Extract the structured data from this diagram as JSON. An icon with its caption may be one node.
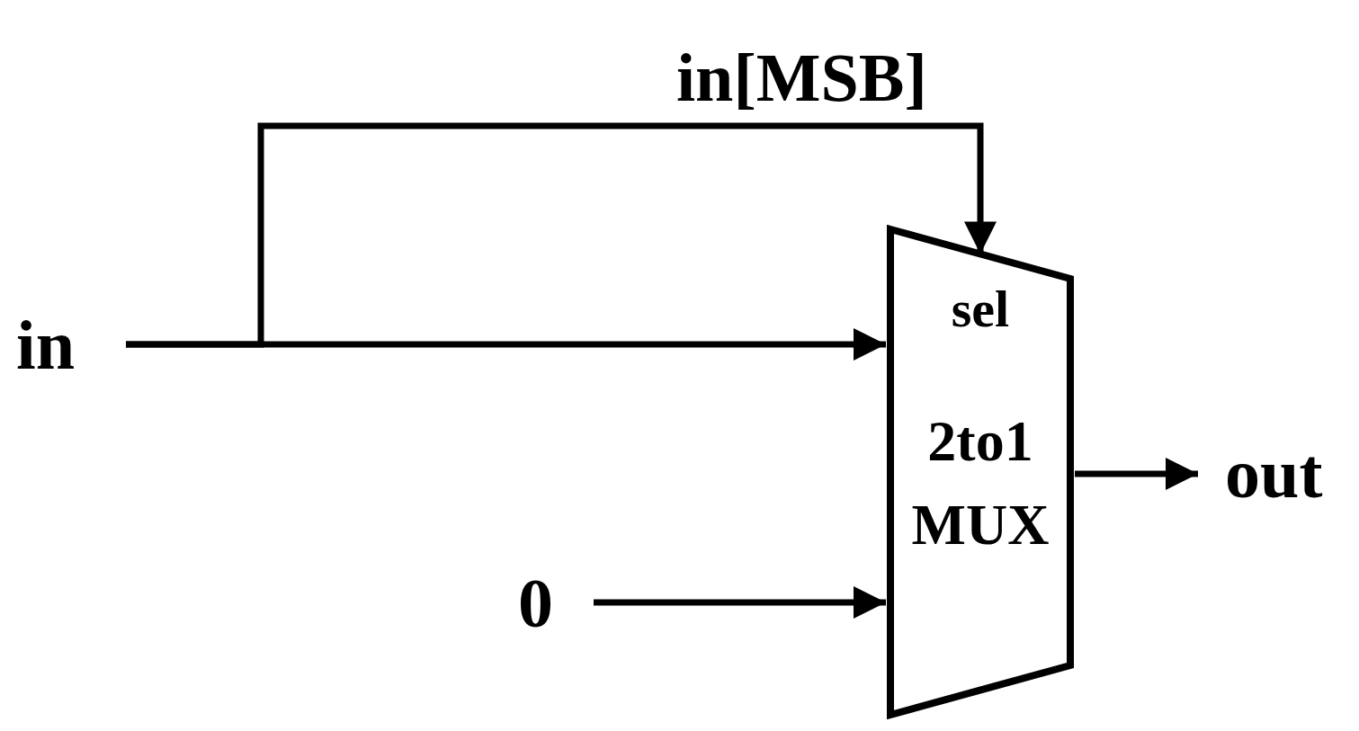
{
  "diagram": {
    "nodes": [
      {
        "text": [
          "in"
        ]
      },
      {
        "text": [
          "sel",
          "2to1 MUX"
        ]
      },
      {
        "text": [
          "0"
        ]
      },
      {
        "text": [
          "out"
        ]
      }
    ],
    "edges": [
      {
        "from": 0,
        "to": 1,
        "arrow": "to"
      },
      {
        "from": 0,
        "to": 1,
        "arrow": "to",
        "label": "in[MSB]"
      },
      {
        "from": 2,
        "to": 1,
        "arrow": "to"
      },
      {
        "from": 1,
        "to": 3,
        "arrow": "to"
      }
    ]
  }
}
